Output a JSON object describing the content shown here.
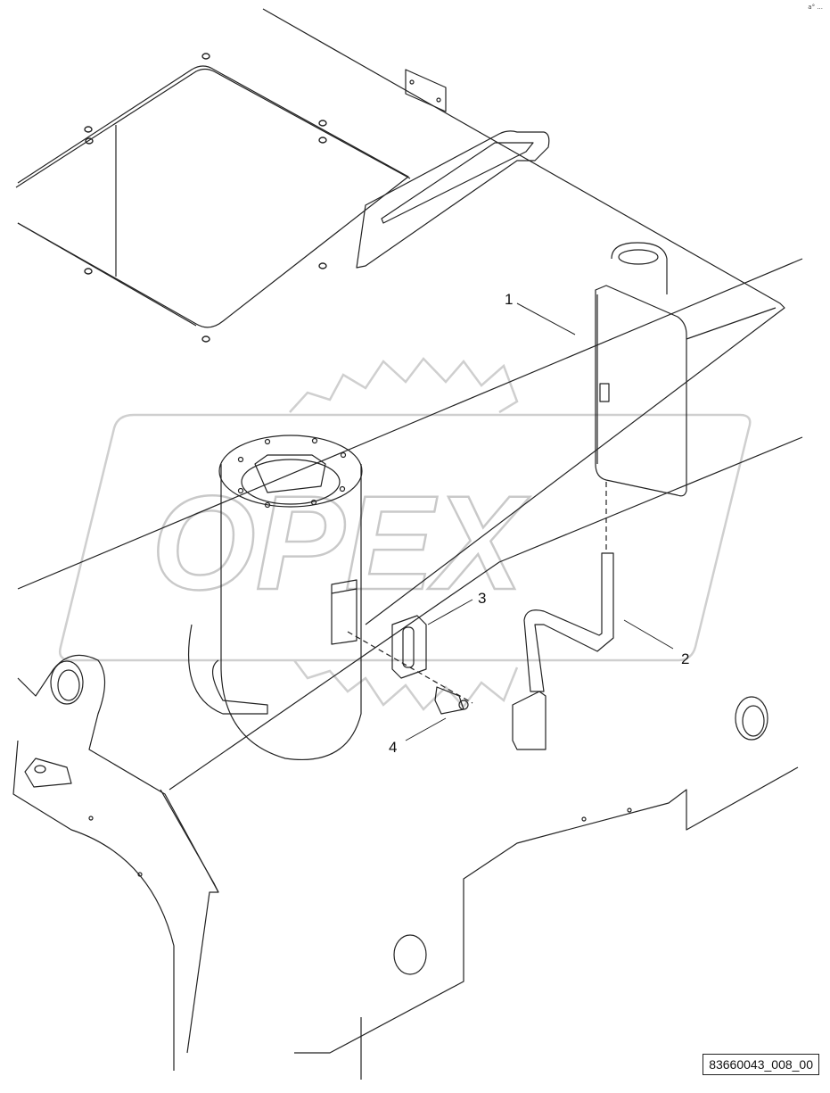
{
  "callouts": [
    {
      "number": "1"
    },
    {
      "number": "2"
    },
    {
      "number": "3"
    },
    {
      "number": "4"
    }
  ],
  "drawing_code": "83660043_008_00",
  "corner_mark": "a° ...",
  "watermark": {
    "text": "OPEX",
    "color": "#c9c9c9"
  },
  "line_color": "#222222"
}
